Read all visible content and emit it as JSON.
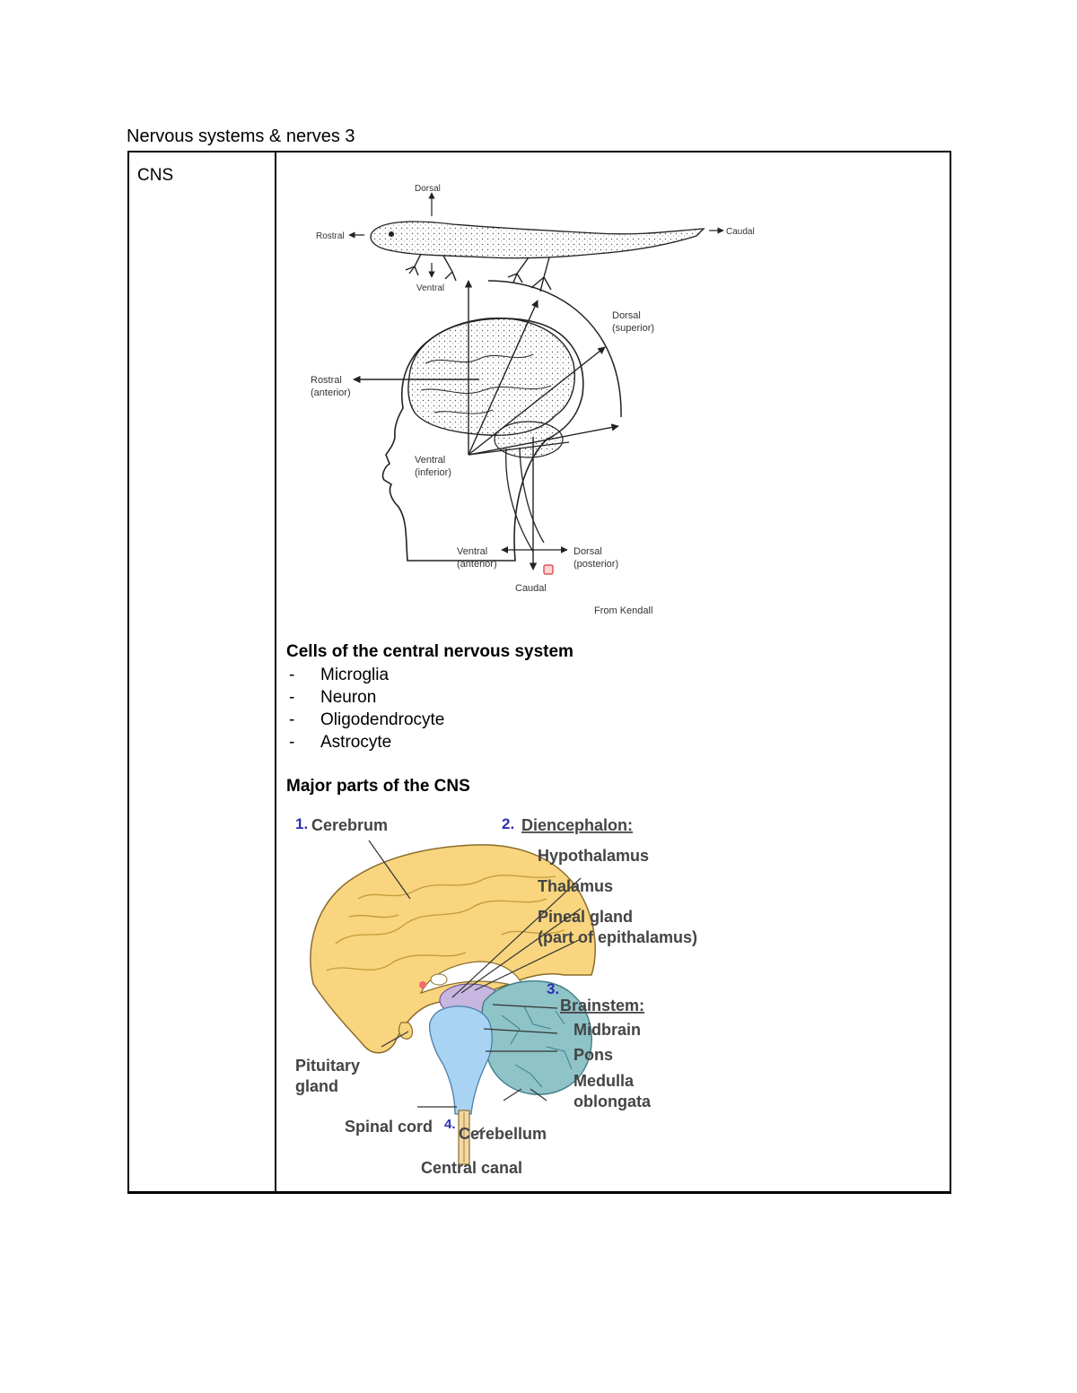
{
  "document": {
    "title": "Nervous systems & nerves 3"
  },
  "table": {
    "row_label": "CNS",
    "orientation_diagram": {
      "salamander_labels": {
        "dorsal": "Dorsal",
        "ventral": "Ventral",
        "rostral": "Rostral",
        "caudal": "Caudal"
      },
      "head_labels": {
        "dorsal": "Dorsal",
        "dorsal_sub": "(superior)",
        "rostral": "Rostral",
        "rostral_sub": "(anterior)",
        "ventral_inner": "Ventral",
        "ventral_inner_sub": "(inferior)",
        "ventral_bottom": "Ventral",
        "ventral_bottom_sub": "(anterior)",
        "dorsal_bottom": "Dorsal",
        "dorsal_bottom_sub": "(posterior)",
        "caudal": "Caudal",
        "credit": "From Kendall"
      }
    },
    "cells_heading": "Cells of the central nervous system",
    "cells": [
      "Microglia",
      "Neuron",
      "Oligodendrocyte",
      "Astrocyte"
    ],
    "list_marker": "-",
    "parts_heading": "Major parts of the CNS",
    "brain_diagram": {
      "num1": "1.",
      "cerebrum": "Cerebrum",
      "num2": "2.",
      "diencephalon": "Diencephalon:",
      "hypothalamus": "Hypothalamus",
      "thalamus": "Thalamus",
      "pineal1": "Pineal gland",
      "pineal2": "(part of epithalamus)",
      "num3": "3.",
      "brainstem": "Brainstem:",
      "midbrain": "Midbrain",
      "pons": "Pons",
      "medulla1": "Medulla",
      "medulla2": "oblongata",
      "num4": "4.",
      "cerebellum": "Cerebellum",
      "pituitary1": "Pituitary",
      "pituitary2": "gland",
      "spinal_cord": "Spinal cord",
      "central_canal": "Central canal",
      "colors": {
        "cerebrum": "#f8d57e",
        "diencephalon": "#c7b6e0",
        "brainstem": "#a9d3f2",
        "cerebellum": "#8ec3c8",
        "number": "#2f2fb5"
      }
    }
  }
}
